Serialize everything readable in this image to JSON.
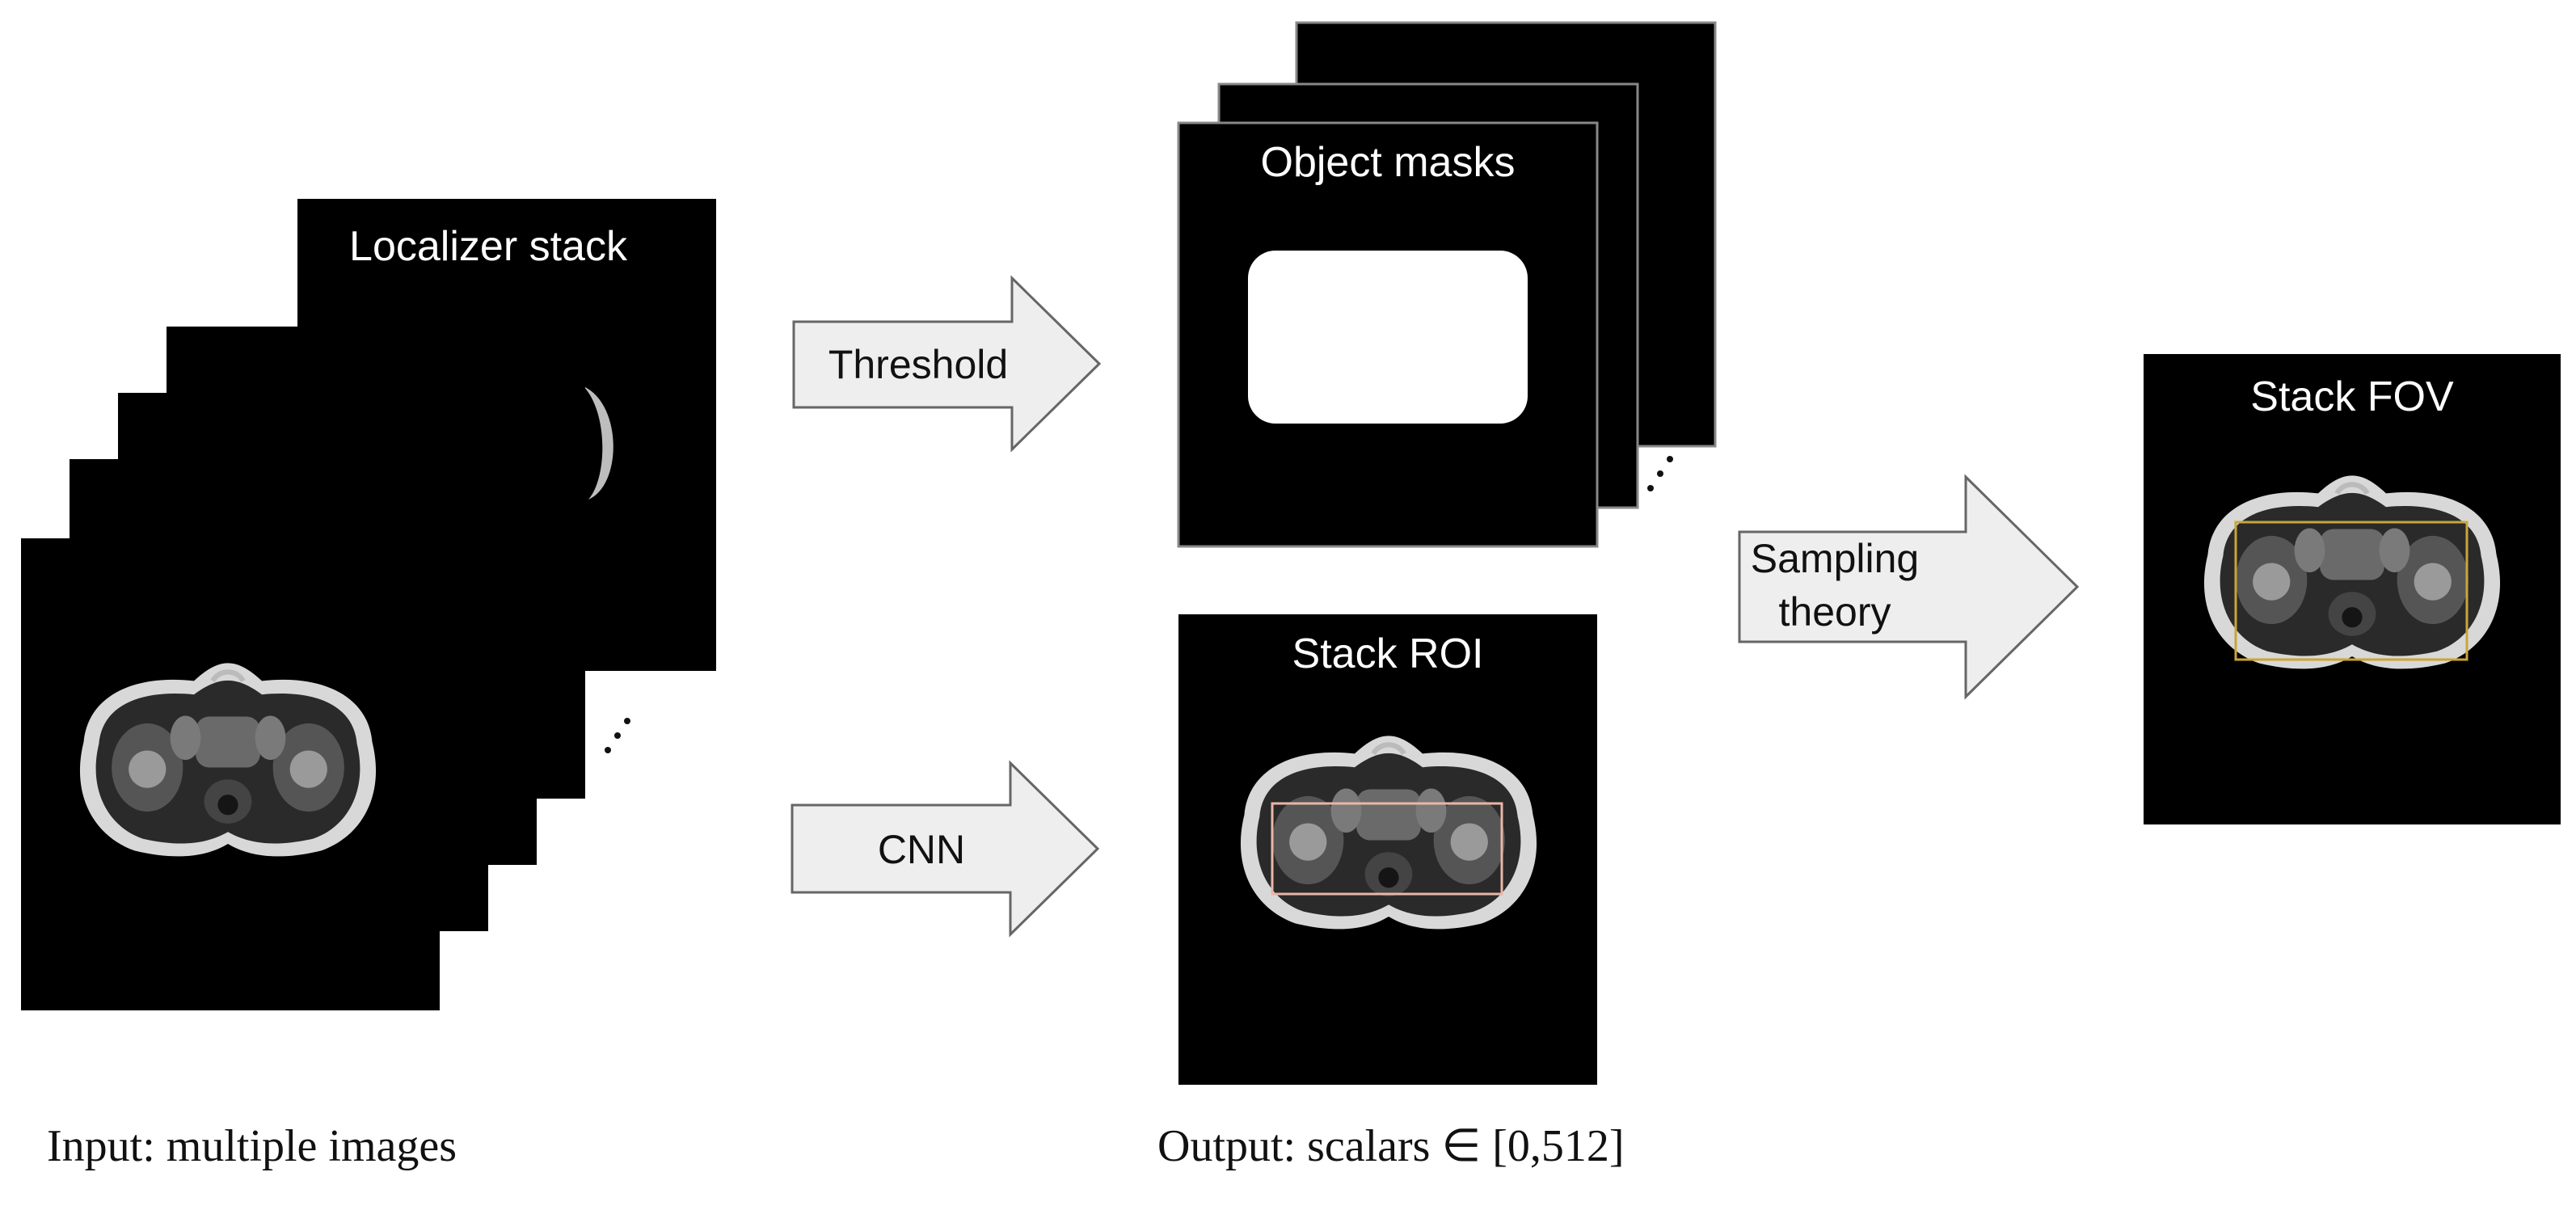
{
  "panels": {
    "localizer_title": "Localizer stack",
    "masks_title": "Object masks",
    "roi_title": "Stack ROI",
    "fov_title": "Stack FOV"
  },
  "arrows": {
    "threshold": "Threshold",
    "cnn": "CNN",
    "sampling_line1": "Sampling",
    "sampling_line2": "theory"
  },
  "captions": {
    "input": "Input: multiple images",
    "output": "Output: scalars ∈ [0,512]"
  },
  "colors": {
    "roi_box": "#e8b6a8",
    "fov_box": "#c9a53a",
    "arrow_fill": "#eeeeee",
    "arrow_stroke": "#666666"
  }
}
